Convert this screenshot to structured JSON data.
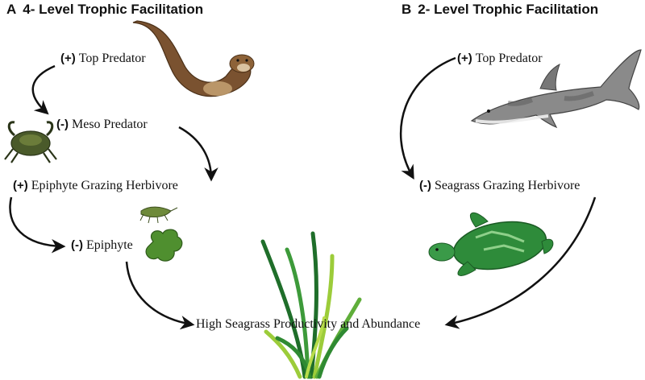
{
  "panels": {
    "a": {
      "letter": "A",
      "title": "4- Level Trophic Facilitation",
      "nodes": {
        "top_predator": {
          "sign": "(+)",
          "label": "Top Predator"
        },
        "meso_predator": {
          "sign": "(-)",
          "label": "Meso Predator"
        },
        "epiphyte_grazer": {
          "sign": "(+)",
          "label": "Epiphyte Grazing Herbivore"
        },
        "epiphyte": {
          "sign": "(-)",
          "label": "Epiphyte"
        }
      }
    },
    "b": {
      "letter": "B",
      "title": "2- Level Trophic Facilitation",
      "nodes": {
        "top_predator": {
          "sign": "(+)",
          "label": "Top Predator"
        },
        "seagrass_grazer": {
          "sign": "(-)",
          "label": "Seagrass Grazing Herbivore"
        }
      }
    }
  },
  "outcome": {
    "label": "High Seagrass Productivity and Abundance"
  },
  "icons": [
    "sea-otter-icon",
    "crab-icon",
    "amphipod-icon",
    "epiphyte-alga-icon",
    "shark-icon",
    "sea-turtle-icon",
    "seagrass-icon"
  ],
  "colors": {
    "arrow": "#111111",
    "seagrass_dark": "#1f6e2a",
    "seagrass_light": "#9ccc3a",
    "turtle": "#2e8b3a",
    "otter": "#7a5230",
    "shark": "#8a8a8a",
    "crab": "#4a5a2a",
    "epiphyte": "#4f8f2f"
  }
}
